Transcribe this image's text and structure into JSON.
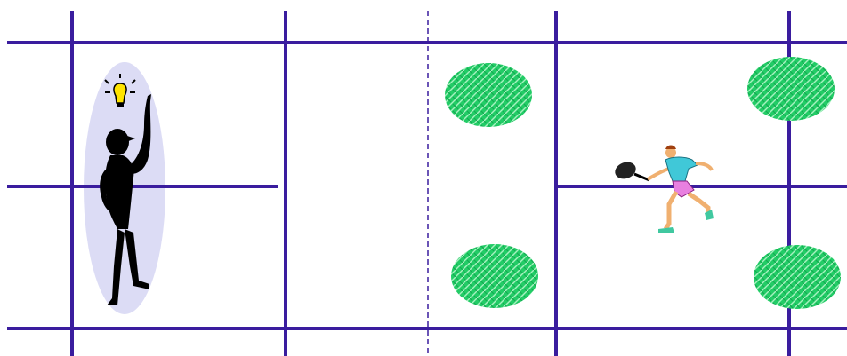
{
  "scene": {
    "colors": {
      "background": "#ffffff",
      "court_line": "#3a1d9e",
      "highlight_ellipse": "#dcdcf5",
      "zone_fill": "#22cc66",
      "zone_pattern": "#a8f0c0",
      "figure": "#000000",
      "bulb": "#ffe400",
      "shirt": "#40c8d8",
      "shorts": "#e880e0",
      "skin": "#f0b070"
    },
    "court": {
      "baselines": 2,
      "service_line": 1,
      "center_line": "dashed",
      "net": 1
    },
    "zones": [
      {
        "name": "left-service-box-top-zone"
      },
      {
        "name": "left-service-box-bottom-zone"
      },
      {
        "name": "right-court-top-zone"
      },
      {
        "name": "right-court-bottom-zone"
      }
    ],
    "icons": [
      "idea-person-icon",
      "lightbulb-icon",
      "tennis-player-icon",
      "tennis-racket-icon"
    ]
  }
}
